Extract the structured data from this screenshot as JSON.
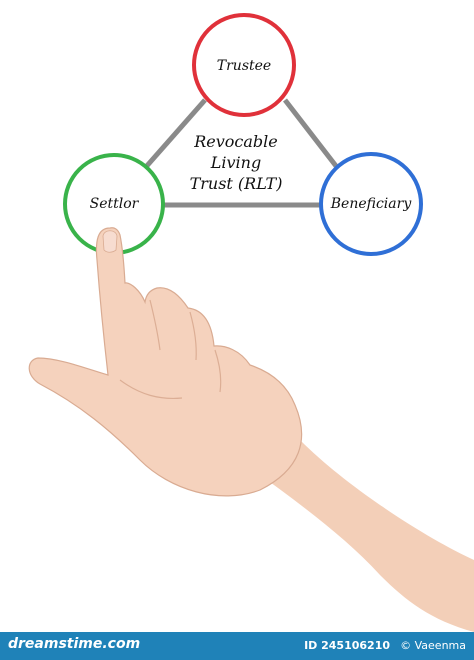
{
  "diagram": {
    "center_label_lines": [
      "Revocable",
      "Living",
      "Trust (RLT)"
    ],
    "nodes": {
      "trustee": {
        "label": "Trustee",
        "ring_color": "#e0313a"
      },
      "settlor": {
        "label": "Settlor",
        "ring_color": "#39b34a"
      },
      "beneficiary": {
        "label": "Beneficiary",
        "ring_color": "#2f6fd6"
      }
    },
    "connector_color": "#8a8a8a"
  },
  "footer": {
    "brand": "dreamstime.com",
    "id_text": "ID 245106210",
    "author": "© Vaeenma",
    "bar_color": "#1f82b8"
  }
}
